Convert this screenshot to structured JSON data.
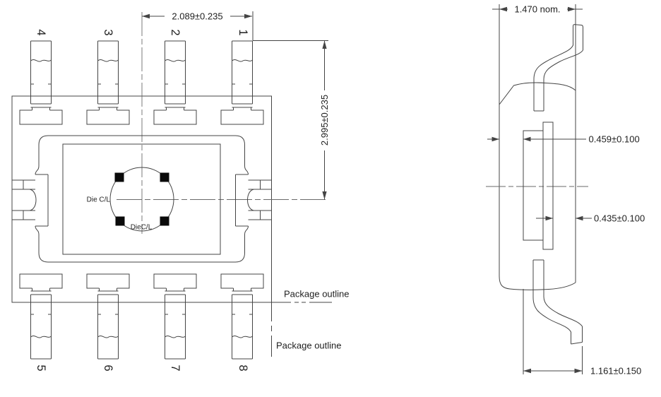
{
  "left_view": {
    "pins_top": [
      "4",
      "3",
      "2",
      "1"
    ],
    "pins_bottom": [
      "5",
      "6",
      "7",
      "8"
    ],
    "dim_horizontal": "2.089±0.235",
    "dim_vertical": "2.995±0.235",
    "die_cl_label": "Die C/L",
    "die_cl_label_2": "DieC/L",
    "package_outline_top": "Package outline",
    "package_outline_bottom": "Package outline"
  },
  "right_view": {
    "dim_body_width": "1.470 nom.",
    "dim_die_offset_left": "0.459±0.100",
    "dim_die_offset_right": "0.435±0.100",
    "dim_lead_span": "1.161±0.150"
  },
  "colors": {
    "line": "#444444",
    "centerline": "#6a6a6a",
    "text": "#1f1f1f",
    "pad_fill": "#0a0a0a"
  }
}
